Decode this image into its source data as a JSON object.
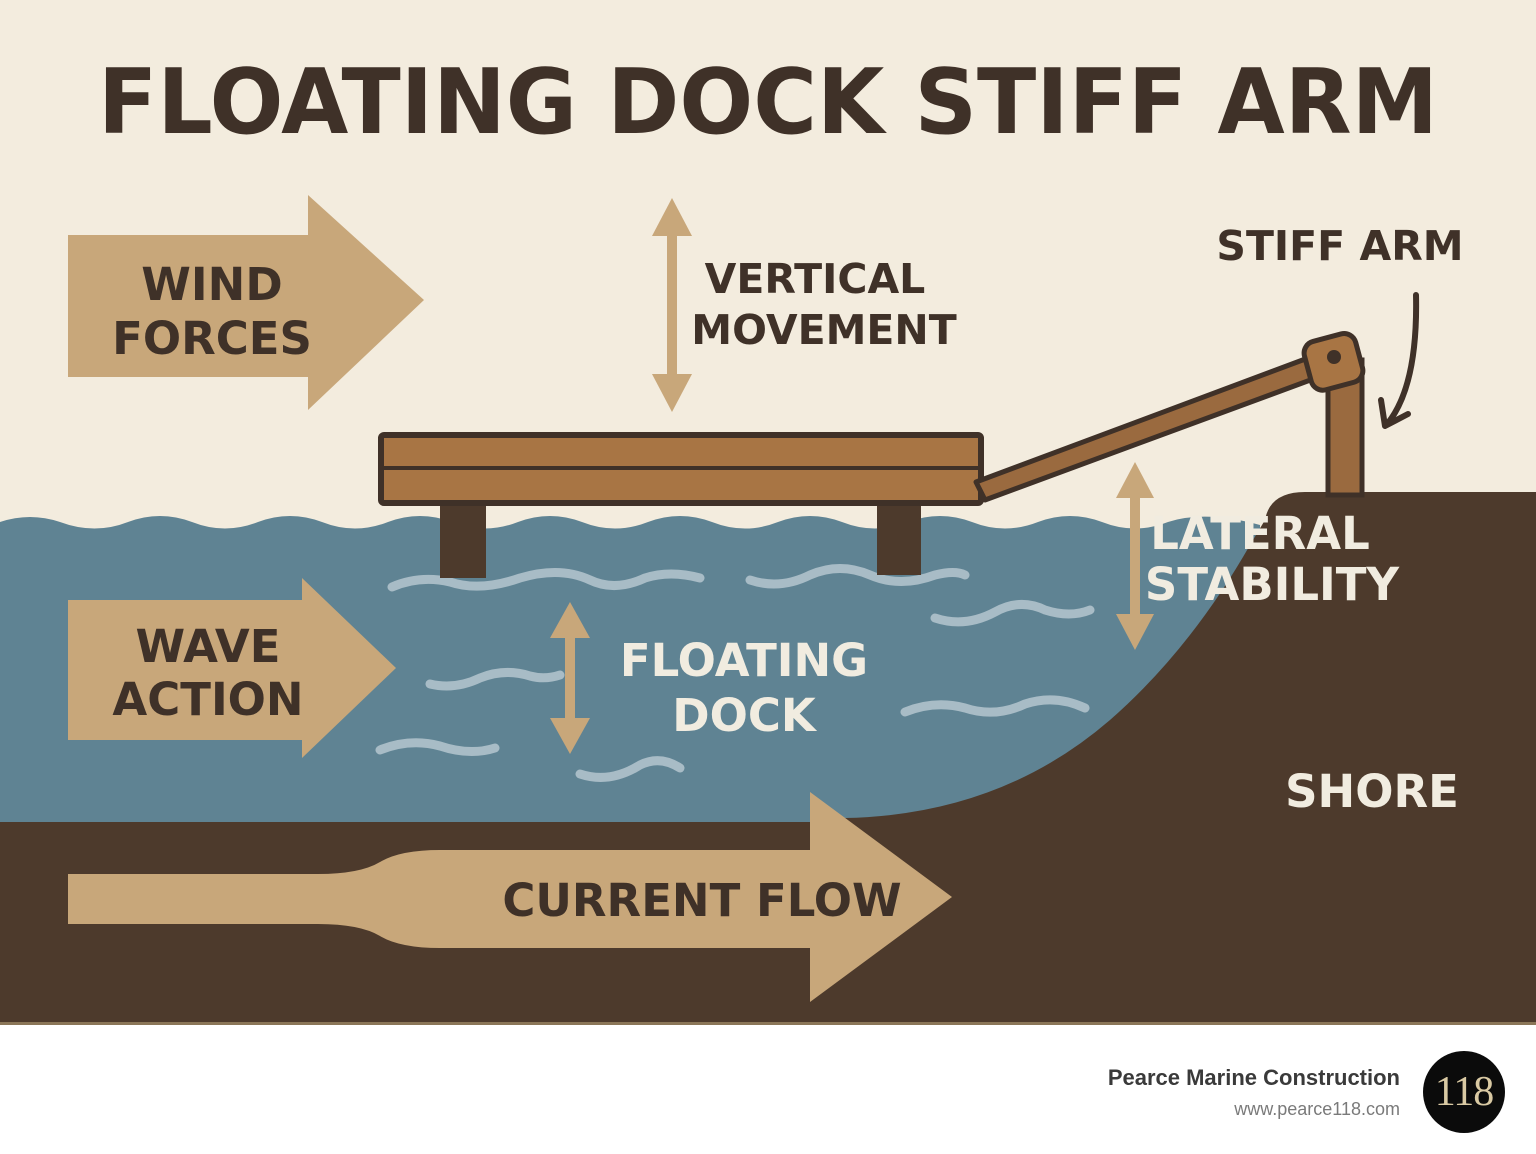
{
  "diagram": {
    "title": "FLOATING DOCK STIFF ARM",
    "labels": {
      "wind_line1": "WIND",
      "wind_line2": "FORCES",
      "vertical_line1": "VERTICAL",
      "vertical_line2": "MOVEMENT",
      "stiff_arm": "STIFF ARM",
      "lateral_line1": "LATERAL",
      "lateral_line2": "STABILITY",
      "wave_line1": "WAVE",
      "wave_line2": "ACTION",
      "floating_line1": "FLOATING",
      "floating_line2": "DOCK",
      "shore": "SHORE",
      "current": "CURRENT FLOW"
    },
    "colors": {
      "sky": "#f3ecde",
      "water": "#5f8393",
      "ground": "#4d3a2c",
      "arrow": "#c8a77a",
      "dock": "#a87544",
      "text_dark": "#3f3128",
      "text_light": "#f1ece0"
    }
  },
  "footer": {
    "brand_name": "Pearce Marine Construction",
    "url": "www.pearce118.com",
    "logo_text": "118"
  }
}
